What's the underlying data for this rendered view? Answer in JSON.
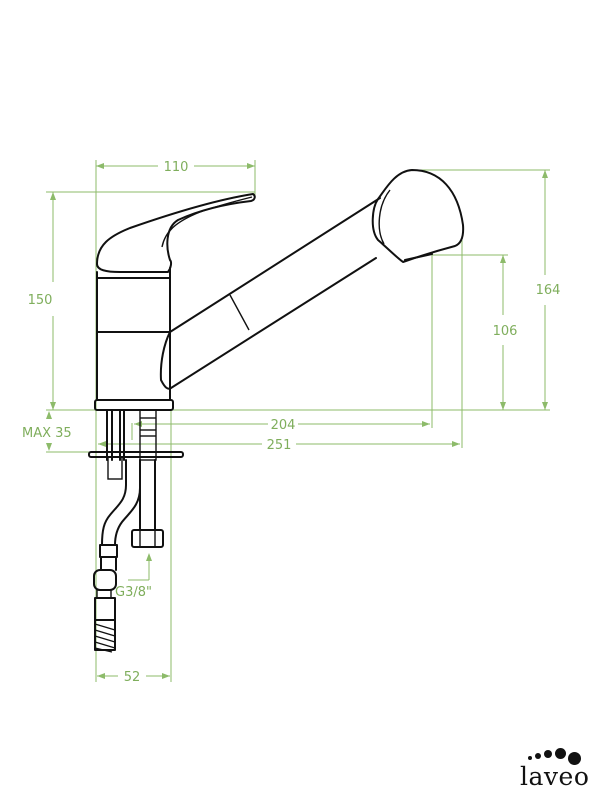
{
  "drawing": {
    "title": "Pull-out kitchen faucet technical drawing",
    "colors": {
      "dimension": "#8dbb6a",
      "outline": "#111111",
      "background": "#ffffff"
    },
    "dimensions": {
      "handle_width": "110",
      "total_height_body": "150",
      "spout_height": "164",
      "outlet_clearance": "106",
      "reach_to_outlet": "204",
      "total_reach": "251",
      "max_countertop": "MAX 35",
      "connection_thread": "G3/8\"",
      "base_width": "52"
    }
  },
  "brand": {
    "logo_text": "laveo",
    "logo_icon": "dots-icon"
  }
}
